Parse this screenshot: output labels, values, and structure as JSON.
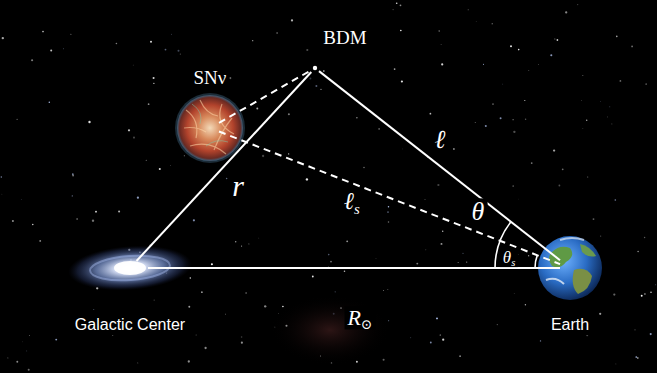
{
  "diagram": {
    "nodes": [
      {
        "text": [
          "Galactic Center"
        ]
      },
      {
        "text": [
          "SNν"
        ]
      },
      {
        "text": [
          "BDM"
        ]
      },
      {
        "text": [
          "Earth"
        ]
      }
    ],
    "edges": [
      {
        "from": 0,
        "to": 2,
        "arrow": "none",
        "label": "r"
      },
      {
        "from": 2,
        "to": 3,
        "arrow": "none",
        "label": "ℓ"
      },
      {
        "from": 0,
        "to": 3,
        "arrow": "none",
        "label": "R⊙"
      },
      {
        "from": 1,
        "to": 3,
        "arrow": "none",
        "label": "ℓs"
      },
      {
        "from": 1,
        "to": 2,
        "arrow": "none"
      }
    ],
    "labels": [
      "θ",
      "θs"
    ]
  }
}
